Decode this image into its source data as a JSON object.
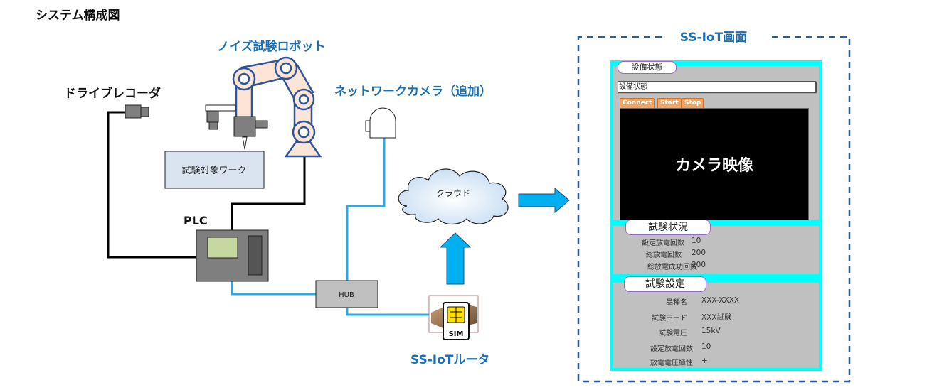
{
  "title": "システム構成図",
  "labels": {
    "robot": "ノイズ試験ロボット",
    "drive_recorder": "ドライブレコーダ",
    "network_camera": "ネットワークカメラ（追加）",
    "work": "試験対象ワーク",
    "plc": "PLC",
    "cloud": "クラウド",
    "hub": "HUB",
    "router": "SS-IoTルータ",
    "sim": "SIM",
    "screen_title": "SS-IoT画面"
  },
  "colors": {
    "accent_blue": "#1a6fb4",
    "cable_blue": "#29abe2",
    "arrow_blue": "#00b0f0",
    "robot_fill": "#fce4d6",
    "robot_stroke": "#2f5597",
    "panel_bg": "#00ffff",
    "button_orange": "#f4a460"
  },
  "screen": {
    "equipment": {
      "tab": "設備状態",
      "field_value": "設備状態",
      "buttons": [
        "Connect",
        "Start",
        "Stop"
      ],
      "camera_text": "カメラ映像"
    },
    "status": {
      "tab": "試験状況",
      "rows": [
        {
          "label": "設定放電回数",
          "value": "10"
        },
        {
          "label": "総放電回数",
          "value": "200"
        },
        {
          "label": "総放電成功回数",
          "value": "200"
        }
      ]
    },
    "settings": {
      "tab": "試験設定",
      "rows": [
        {
          "label": "品種名",
          "value": "XXX-XXXX"
        },
        {
          "label": "試験モード",
          "value": "XXX試験"
        },
        {
          "label": "試験電圧",
          "value": "15kV"
        },
        {
          "label": "設定放電回数",
          "value": "10"
        },
        {
          "label": "放電電圧極性",
          "value": "+"
        }
      ]
    }
  }
}
